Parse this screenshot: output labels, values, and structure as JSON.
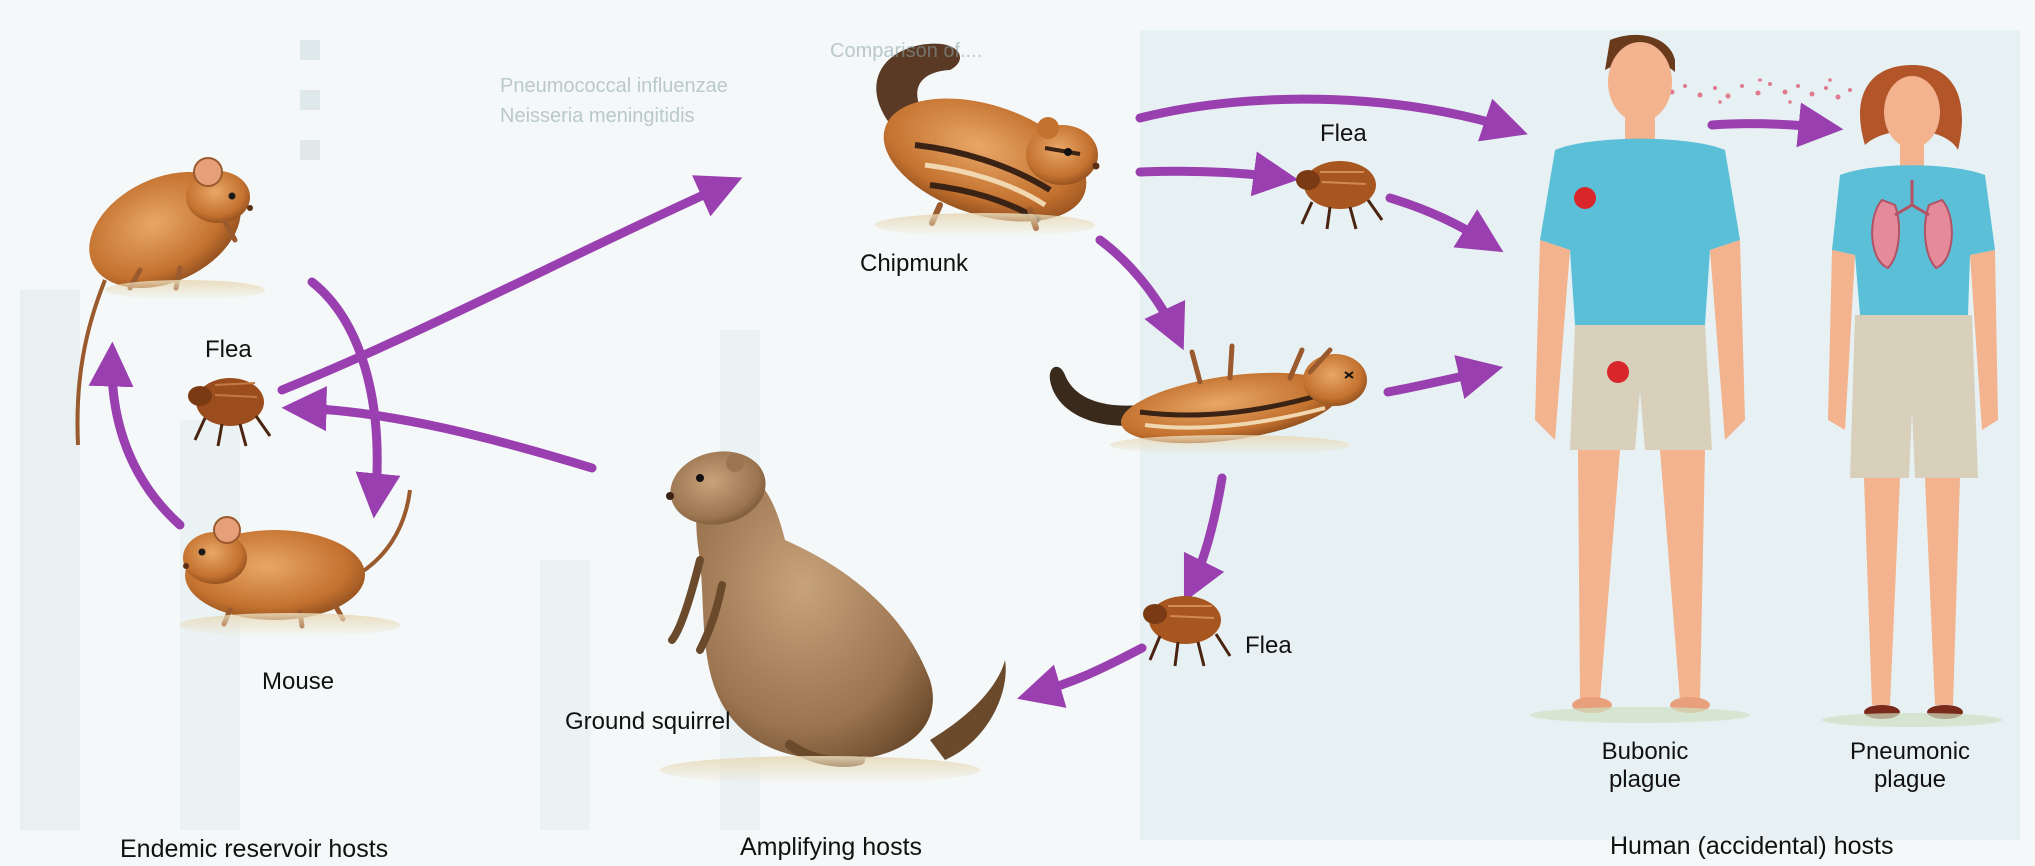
{
  "labels": {
    "flea_left": "Flea",
    "mouse": "Mouse",
    "chipmunk": "Chipmunk",
    "flea_top": "Flea",
    "flea_bottom": "Flea",
    "ground_squirrel": "Ground squirrel",
    "bubonic_line1": "Bubonic",
    "bubonic_line2": "plague",
    "pneumonic_line1": "Pneumonic",
    "pneumonic_line2": "plague"
  },
  "captions": {
    "endemic": "Endemic reservoir hosts",
    "amplifying": "Amplifying hosts",
    "human": "Human (accidental) hosts"
  },
  "background_text": {
    "line1": "Comparison of....",
    "line2": "Pneumococcal influenzae",
    "line3": "Neisseria meningitidis"
  },
  "colors": {
    "arrow": "#9a3fb0",
    "arrow_light": "#c98ad6",
    "rodent_fur": "#c97a3a",
    "shirt": "#5bbfd8",
    "shorts": "#d8d0ba",
    "skin": "#f2b38e",
    "bubo": "#d8262b",
    "lung": "#e58a9a"
  }
}
